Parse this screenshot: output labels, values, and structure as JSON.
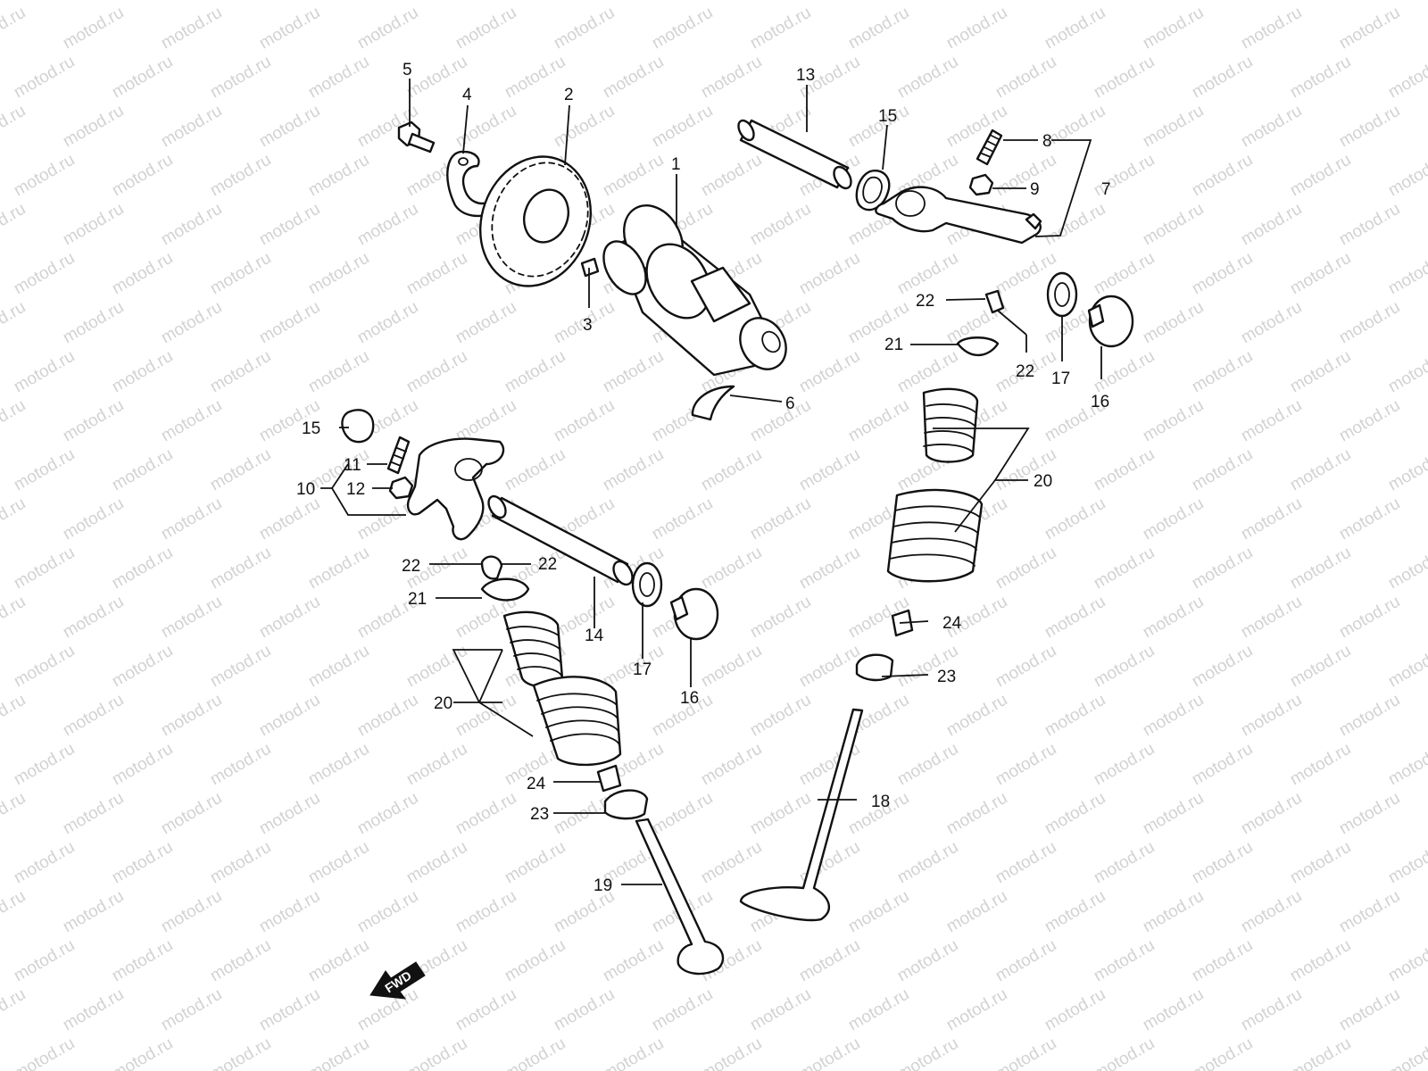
{
  "watermark": "motod.ru",
  "direction_tag": "FWD",
  "callouts": [
    "1",
    "2",
    "3",
    "4",
    "5",
    "6",
    "7",
    "8",
    "9",
    "10",
    "11",
    "12",
    "13",
    "14",
    "15",
    "15",
    "16",
    "16",
    "17",
    "17",
    "18",
    "19",
    "20",
    "20",
    "21",
    "21",
    "22",
    "22",
    "22",
    "22",
    "23",
    "23",
    "24",
    "24"
  ],
  "colors": {
    "line": "#111111",
    "watermark": "#d2d2d2",
    "background": "#ffffff"
  }
}
